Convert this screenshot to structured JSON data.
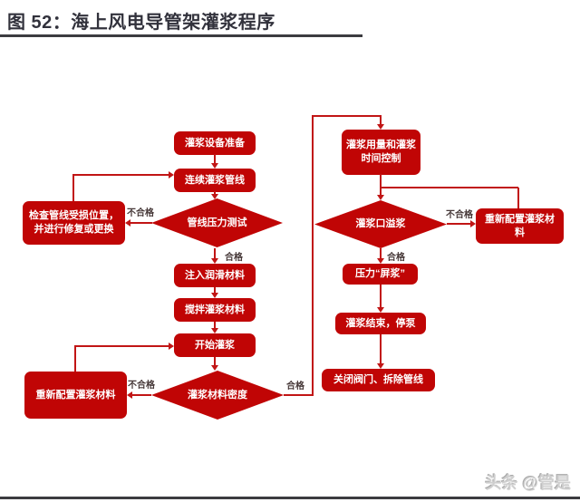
{
  "title": "图 52：海上风电导管架灌浆程序",
  "watermark": "头条 @管是",
  "colors": {
    "node_red": "#c00505",
    "line_red": "#c11515",
    "title_color": "#32323c",
    "rule_color": "#3c3c40",
    "node_text": "#ffffff"
  },
  "flowchart": {
    "nodes": {
      "prep": "灌浆设备准备",
      "pipeline": "连续灌浆管线",
      "pressure_test": "管线压力测试",
      "check_damage": "检查管线受损位置，并进行修复或更换",
      "inject_lubricant": "注入润滑材料",
      "mix_material": "搅拌灌浆材料",
      "start_grouting": "开始灌浆",
      "material_density": "灌浆材料密度",
      "reconfigure_left": "重新配置灌浆材料",
      "amount_time_control": "灌浆用量和灌浆时间控制",
      "port_overflow": "灌浆口溢浆",
      "reconfigure_right": "重新配置灌浆材料",
      "pressure_hold": "压力“屏浆”",
      "end_stop_pump": "灌浆结束，停泵",
      "close_valve": "关闭阀门、拆除管线"
    },
    "labels": {
      "pass": "合格",
      "fail": "不合格"
    }
  }
}
